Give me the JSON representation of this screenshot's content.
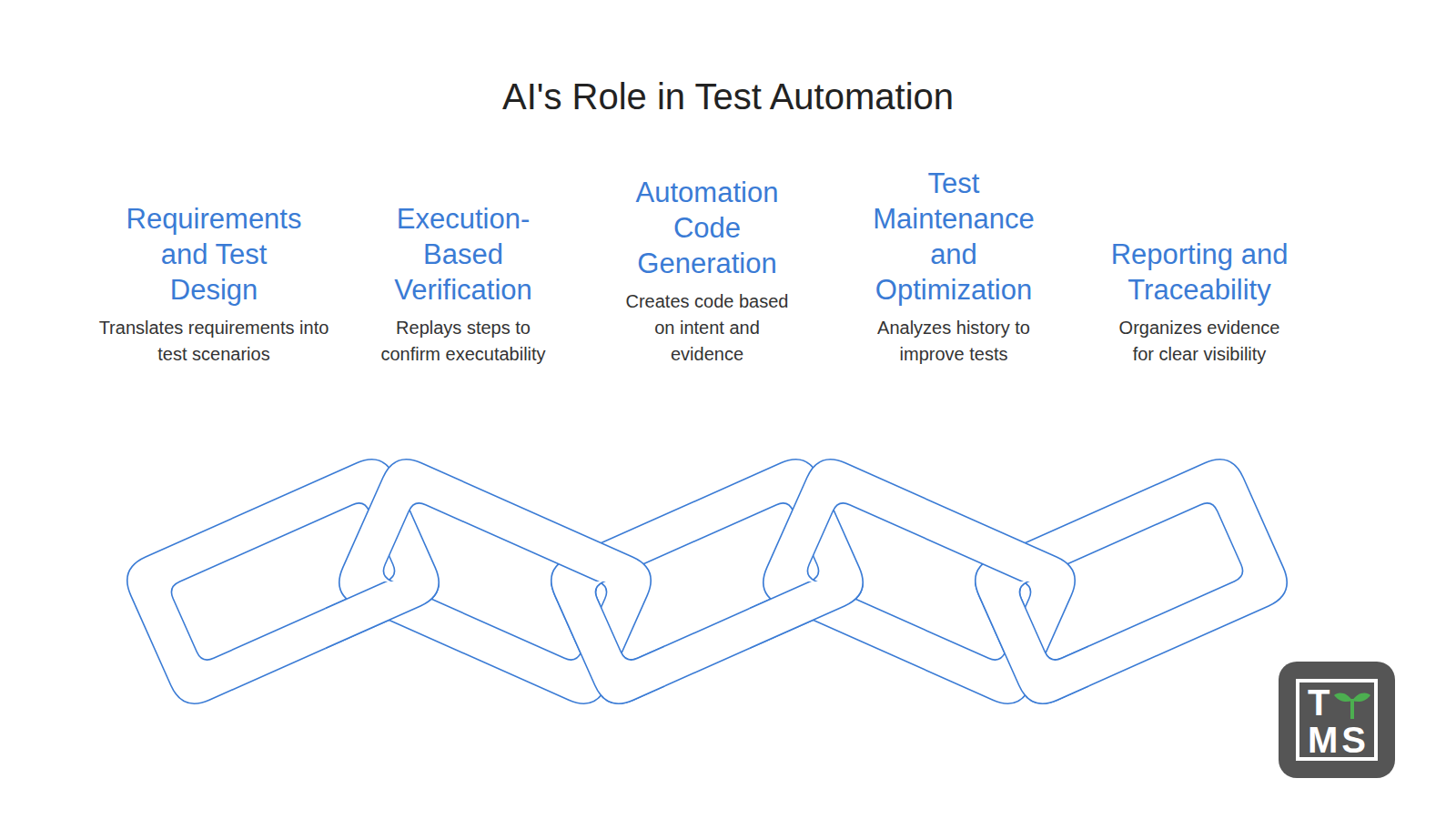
{
  "diagram": {
    "title": "AI's Role in Test Automation",
    "nodes": [
      {
        "text": [
          "Requirements and Test Design",
          "Translates requirements into test scenarios"
        ]
      },
      {
        "text": [
          "Execution-Based Verification",
          "Replays steps to confirm executability"
        ]
      },
      {
        "text": [
          "Automation Code Generation",
          "Creates code based on intent and evidence"
        ]
      },
      {
        "text": [
          "Test Maintenance and Optimization",
          "Analyzes history to improve tests"
        ]
      },
      {
        "text": [
          "Reporting and Traceability",
          "Organizes evidence for clear visibility"
        ]
      }
    ],
    "labels": [
      "T",
      "MS"
    ]
  }
}
